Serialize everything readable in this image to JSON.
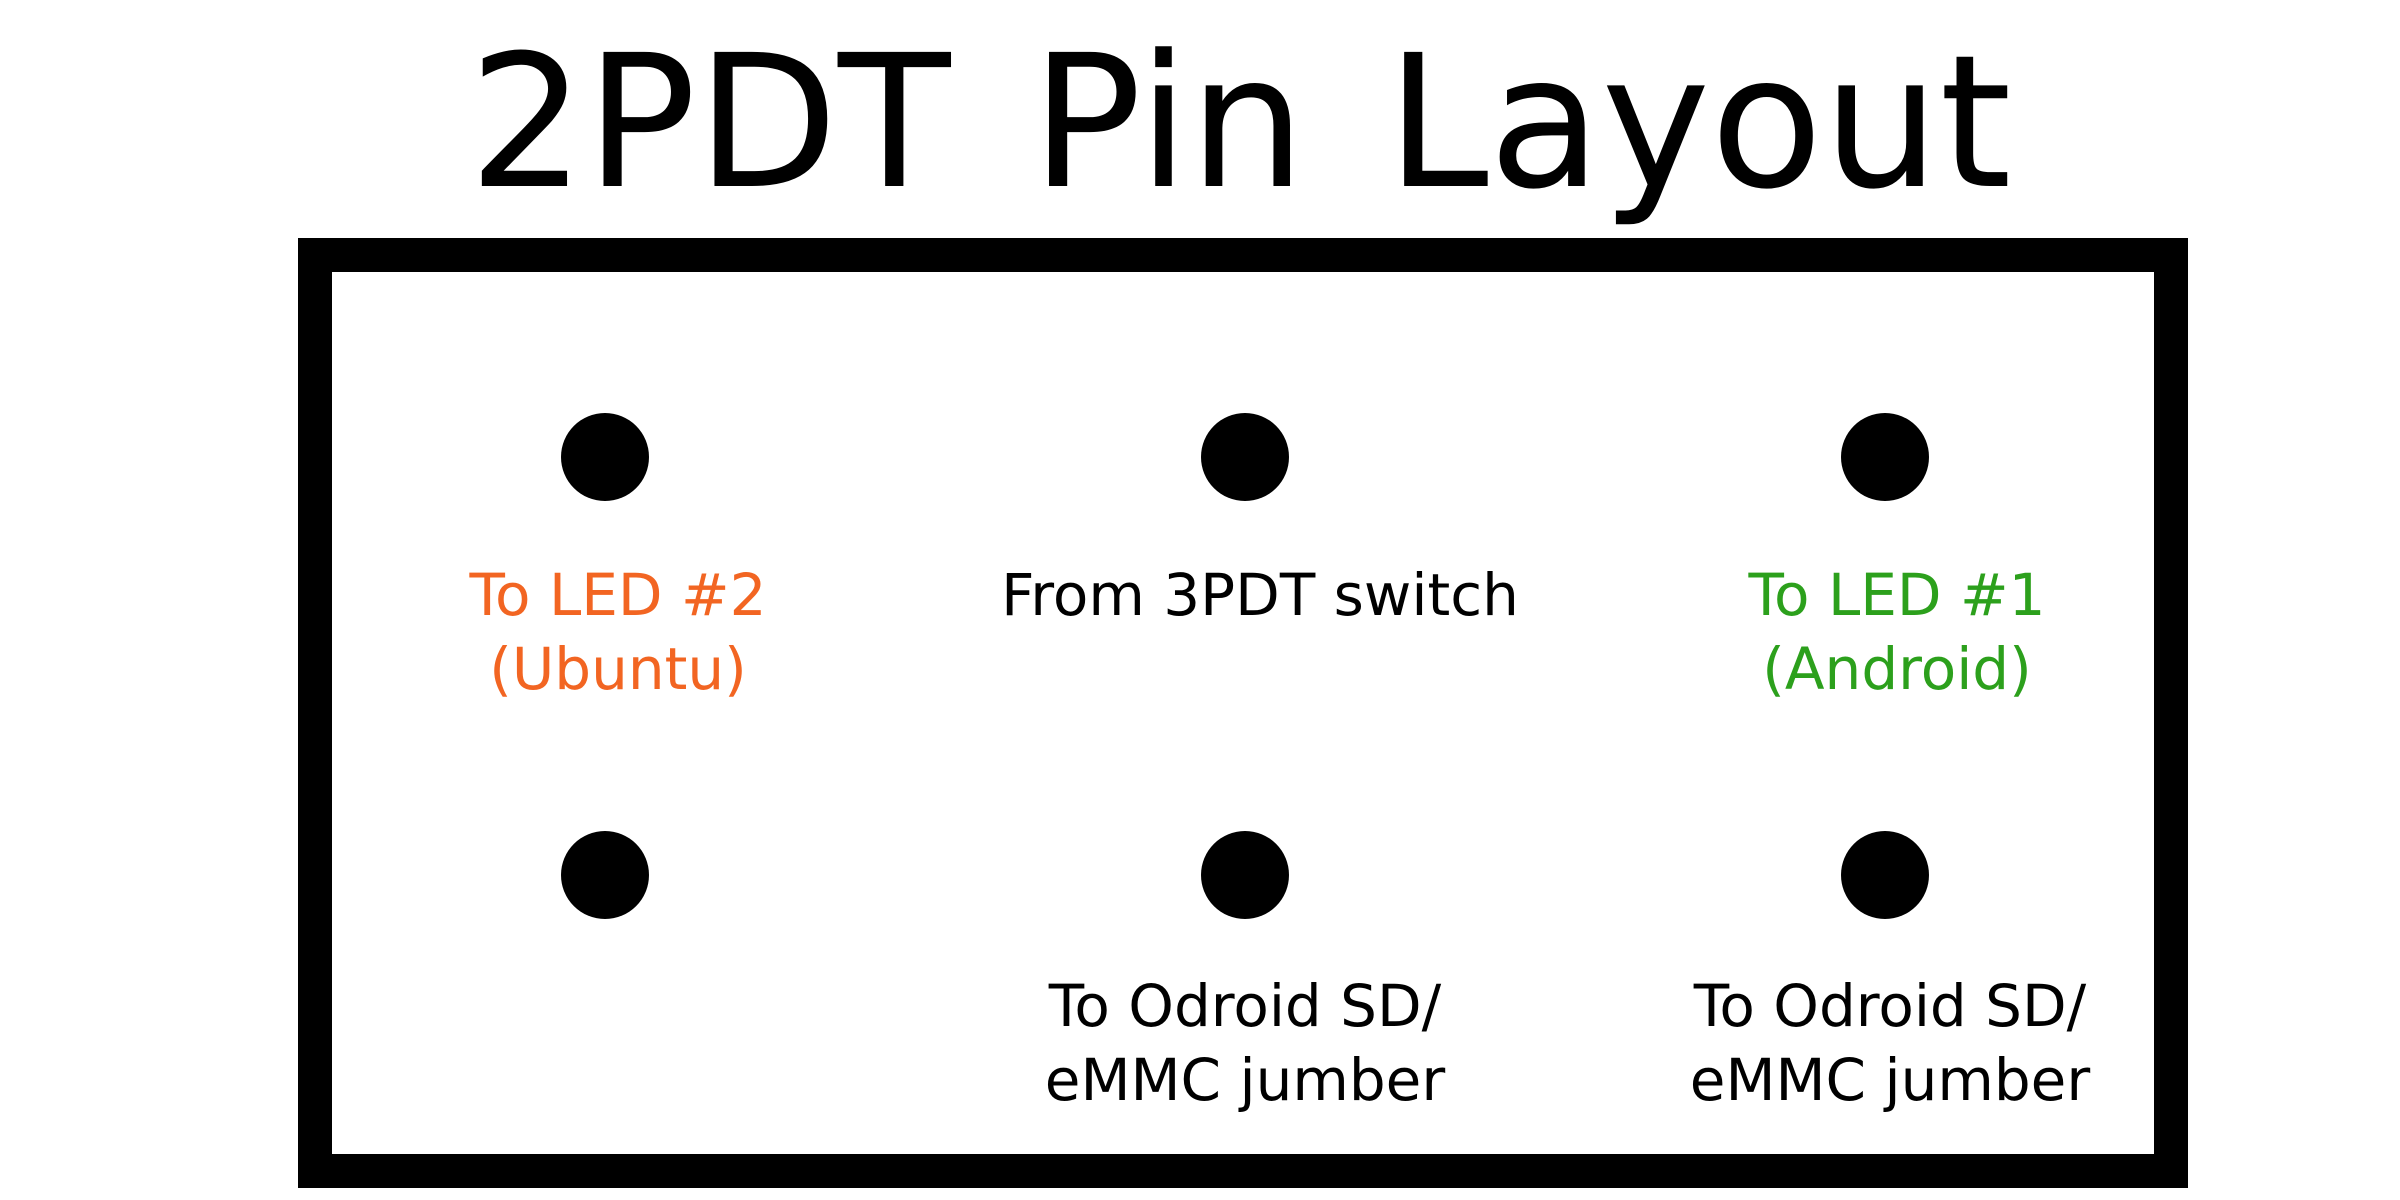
{
  "title": "2PDT  Pin Layout",
  "colors": {
    "ubuntu_label": "#f26522",
    "android_label": "#2ca01c",
    "neutral_label": "#000000"
  },
  "pins": {
    "top_left": {
      "label_lines": [
        "To LED #2",
        "(Ubuntu)"
      ],
      "color": "#f26522"
    },
    "top_center": {
      "label_lines": [
        "From 3PDT switch"
      ],
      "color": "#000000"
    },
    "top_right": {
      "label_lines": [
        "To LED #1",
        "(Android)"
      ],
      "color": "#2ca01c"
    },
    "bottom_left": {
      "label_lines": []
    },
    "bottom_center": {
      "label_lines": [
        "To Odroid SD/",
        "eMMC jumber"
      ],
      "color": "#000000"
    },
    "bottom_right": {
      "label_lines": [
        "To Odroid SD/",
        "eMMC jumber"
      ],
      "color": "#000000"
    }
  }
}
